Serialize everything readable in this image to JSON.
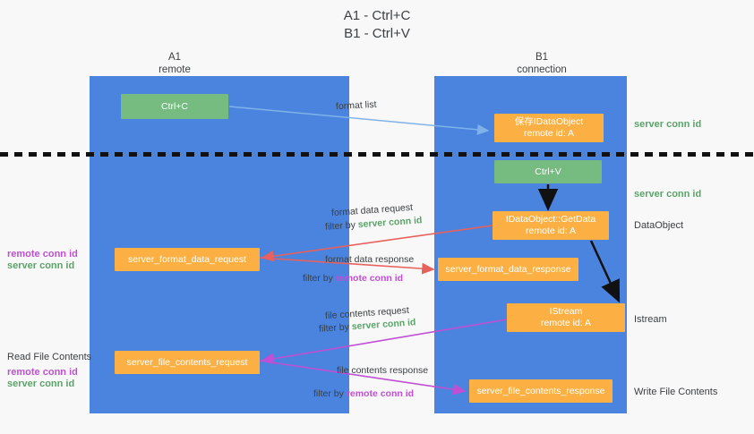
{
  "title": {
    "line1": "A1 - Ctrl+C",
    "line2": "B1 - Ctrl+V"
  },
  "lanes": [
    {
      "id": "a1",
      "name": "A1",
      "subtitle": "remote"
    },
    {
      "id": "b1",
      "name": "B1",
      "subtitle": "connection"
    }
  ],
  "nodes": {
    "ctrl_c": {
      "label": "Ctrl+C",
      "color": "#76bb7f"
    },
    "save_dataobject": {
      "line1": "保存IDataObject",
      "line2": "remote id: A",
      "color": "#fcb043"
    },
    "ctrl_v": {
      "label": "Ctrl+V",
      "color": "#76bb7f"
    },
    "getdata": {
      "line1": "IDataObject::GetData",
      "line2": "remote id: A",
      "color": "#fcb043"
    },
    "istream": {
      "line1": "IStream",
      "line2": "remote id: A",
      "color": "#fcb043"
    },
    "format_data_request": {
      "label": "server_format_data_request",
      "color": "#fcb043"
    },
    "format_data_response": {
      "label": "server_format_data_response",
      "color": "#fcb043"
    },
    "file_contents_request": {
      "label": "server_file_contents_request",
      "color": "#fcb043"
    },
    "file_contents_response": {
      "label": "server_file_contents_response",
      "color": "#fcb043"
    }
  },
  "wire_labels": {
    "format_list": "format list",
    "format_data_request": "format data request",
    "format_data_request_filter_prefix": "filter by ",
    "format_data_request_filter_value": "server conn id",
    "format_data_response": "format data response",
    "format_data_response_filter_prefix": "filter by ",
    "format_data_response_filter_value": "remote conn id",
    "file_contents_request": "file contents request",
    "file_contents_request_filter_prefix": "filter by ",
    "file_contents_request_filter_value": "server conn id",
    "file_contents_response": "file contents response",
    "file_contents_response_filter_prefix": "filter by ",
    "file_contents_response_filter_value": "remote conn id"
  },
  "right_labels": {
    "server_conn_id_top": "server conn id",
    "server_conn_id_mid": "server conn id",
    "dataobject": "DataObject",
    "istream": "Istream",
    "write_file_contents": "Write File Contents"
  },
  "left_labels": {
    "remote_conn_id_top": "remote conn id",
    "server_conn_id_top": "server conn id",
    "read_file_contents": "Read File Contents",
    "remote_conn_id_bottom": "remote conn id",
    "server_conn_id_bottom": "server conn id"
  },
  "colors": {
    "lane_blue": "#4a84de",
    "node_green": "#76bb7f",
    "node_orange": "#fcb043",
    "green_text": "#5aa469",
    "purple_text": "#c04fd4",
    "arrow_lightblue": "#7fb3e8",
    "arrow_red": "#e8615c",
    "arrow_magenta": "#c04fd4",
    "arrow_black": "#111111",
    "background": "#f8f8f8"
  }
}
